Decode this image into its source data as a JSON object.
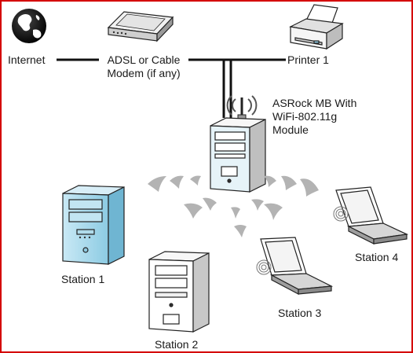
{
  "labels": {
    "internet": "Internet",
    "modem_line1": "ADSL or Cable",
    "modem_line2": "Modem (if any)",
    "printer": "Printer 1",
    "asrock_line1": "ASRock MB With",
    "asrock_line2": "WiFi-802.11g",
    "asrock_line3": "Module",
    "station1": "Station 1",
    "station2": "Station 2",
    "station3": "Station 3",
    "station4": "Station 4"
  },
  "icons": {
    "globe": "globe-icon",
    "modem": "modem-icon",
    "printer": "printer-icon",
    "host": "tower-pc-icon",
    "antenna": "antenna-icon",
    "station1": "tower-pc-icon",
    "station2": "tower-pc-icon",
    "station3": "laptop-icon",
    "station4": "laptop-icon"
  },
  "colors": {
    "border": "#d40000",
    "line": "#111111",
    "wave": "#b0b0b0",
    "host_tower": "#e6f3f8",
    "station1_tower": "#a9d8ea"
  }
}
